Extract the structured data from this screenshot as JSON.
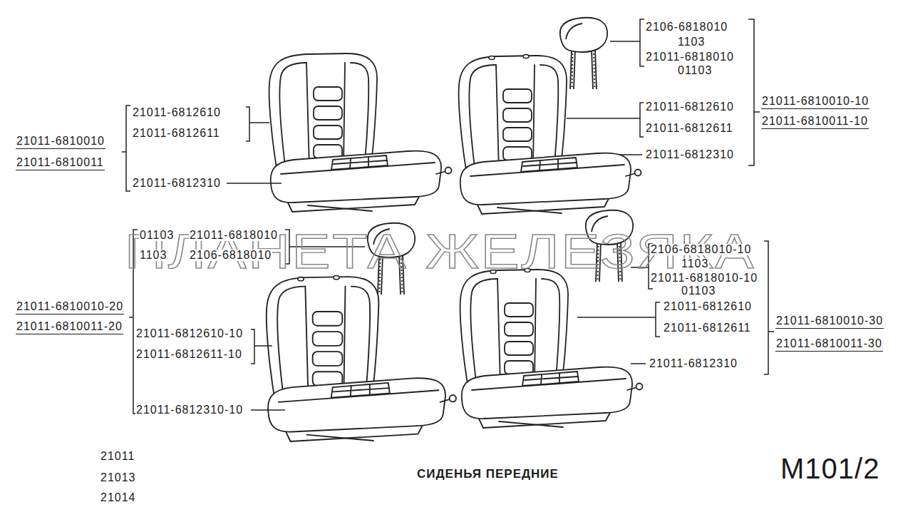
{
  "diagram": {
    "title": "СИДЕНЬЯ ПЕРЕДНИЕ",
    "labels": [
      "21011-6812610",
      "21011-6812611",
      "21011-6810010",
      "21011-6810011",
      "21011-6812310",
      "2106-6818010",
      "1103",
      "21011-6818010",
      "01103",
      "21011-6812610",
      "21011-6812611",
      "21011-6812310",
      "21011-6810010-10",
      "21011-6810011-10",
      "01103",
      "21011-6818010",
      "1103",
      "2106-6818010",
      "21011-6810010-20",
      "21011-6810011-20",
      "21011-6812610-10",
      "21011-6812611-10",
      "21011-6812310-10",
      "2106-6818010-10",
      "1103",
      "21011-6818010-10",
      "01103",
      "21011-6812610",
      "21011-6812611",
      "21011-6812310",
      "21011-6810010-30",
      "21011-6810011-30",
      "21011",
      "21013",
      "21014",
      "М101/2",
      "ПЛАНЕТА ЖЕЛЕЗЯКА"
    ]
  }
}
